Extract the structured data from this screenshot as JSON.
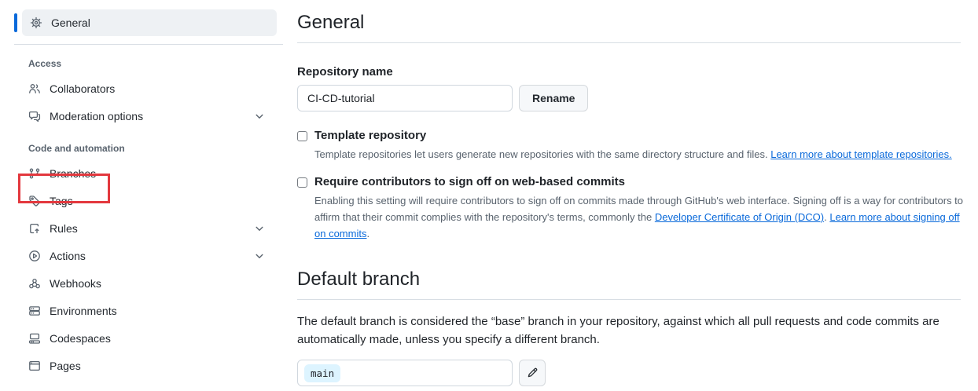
{
  "sidebar": {
    "active_item": {
      "label": "General"
    },
    "sections": [
      {
        "label": "Access",
        "items": [
          {
            "label": "Collaborators"
          },
          {
            "label": "Moderation options"
          }
        ]
      },
      {
        "label": "Code and automation",
        "items": [
          {
            "label": "Branches",
            "highlighted": true
          },
          {
            "label": "Tags"
          },
          {
            "label": "Rules"
          },
          {
            "label": "Actions"
          },
          {
            "label": "Webhooks"
          },
          {
            "label": "Environments"
          },
          {
            "label": "Codespaces"
          },
          {
            "label": "Pages"
          }
        ]
      }
    ],
    "highlight_color": "#e3383e"
  },
  "main": {
    "title": "General",
    "repository": {
      "label": "Repository name",
      "value": "CI-CD-tutorial",
      "rename_button": "Rename"
    },
    "template_repository": {
      "title": "Template repository",
      "checked": false,
      "description": "Template repositories let users generate new repositories with the same directory structure and files. ",
      "link": "Learn more about template repositories."
    },
    "signoff": {
      "title": "Require contributors to sign off on web-based commits",
      "checked": false,
      "description_part1": "Enabling this setting will require contributors to sign off on commits made through GitHub's web interface. Signing off is a way for contributors to affirm that their commit complies with the repository's terms, commonly the ",
      "link1": "Developer Certificate of Origin (DCO)",
      "separator": ". ",
      "link2": "Learn more about signing off on commits",
      "period": "."
    },
    "default_branch": {
      "title": "Default branch",
      "description": "The default branch is considered the “base” branch in your repository, against which all pull requests and code commits are automatically made, unless you specify a different branch.",
      "branch_name": "main"
    },
    "colors": {
      "accent": "#0969da",
      "link": "#0969da"
    }
  }
}
